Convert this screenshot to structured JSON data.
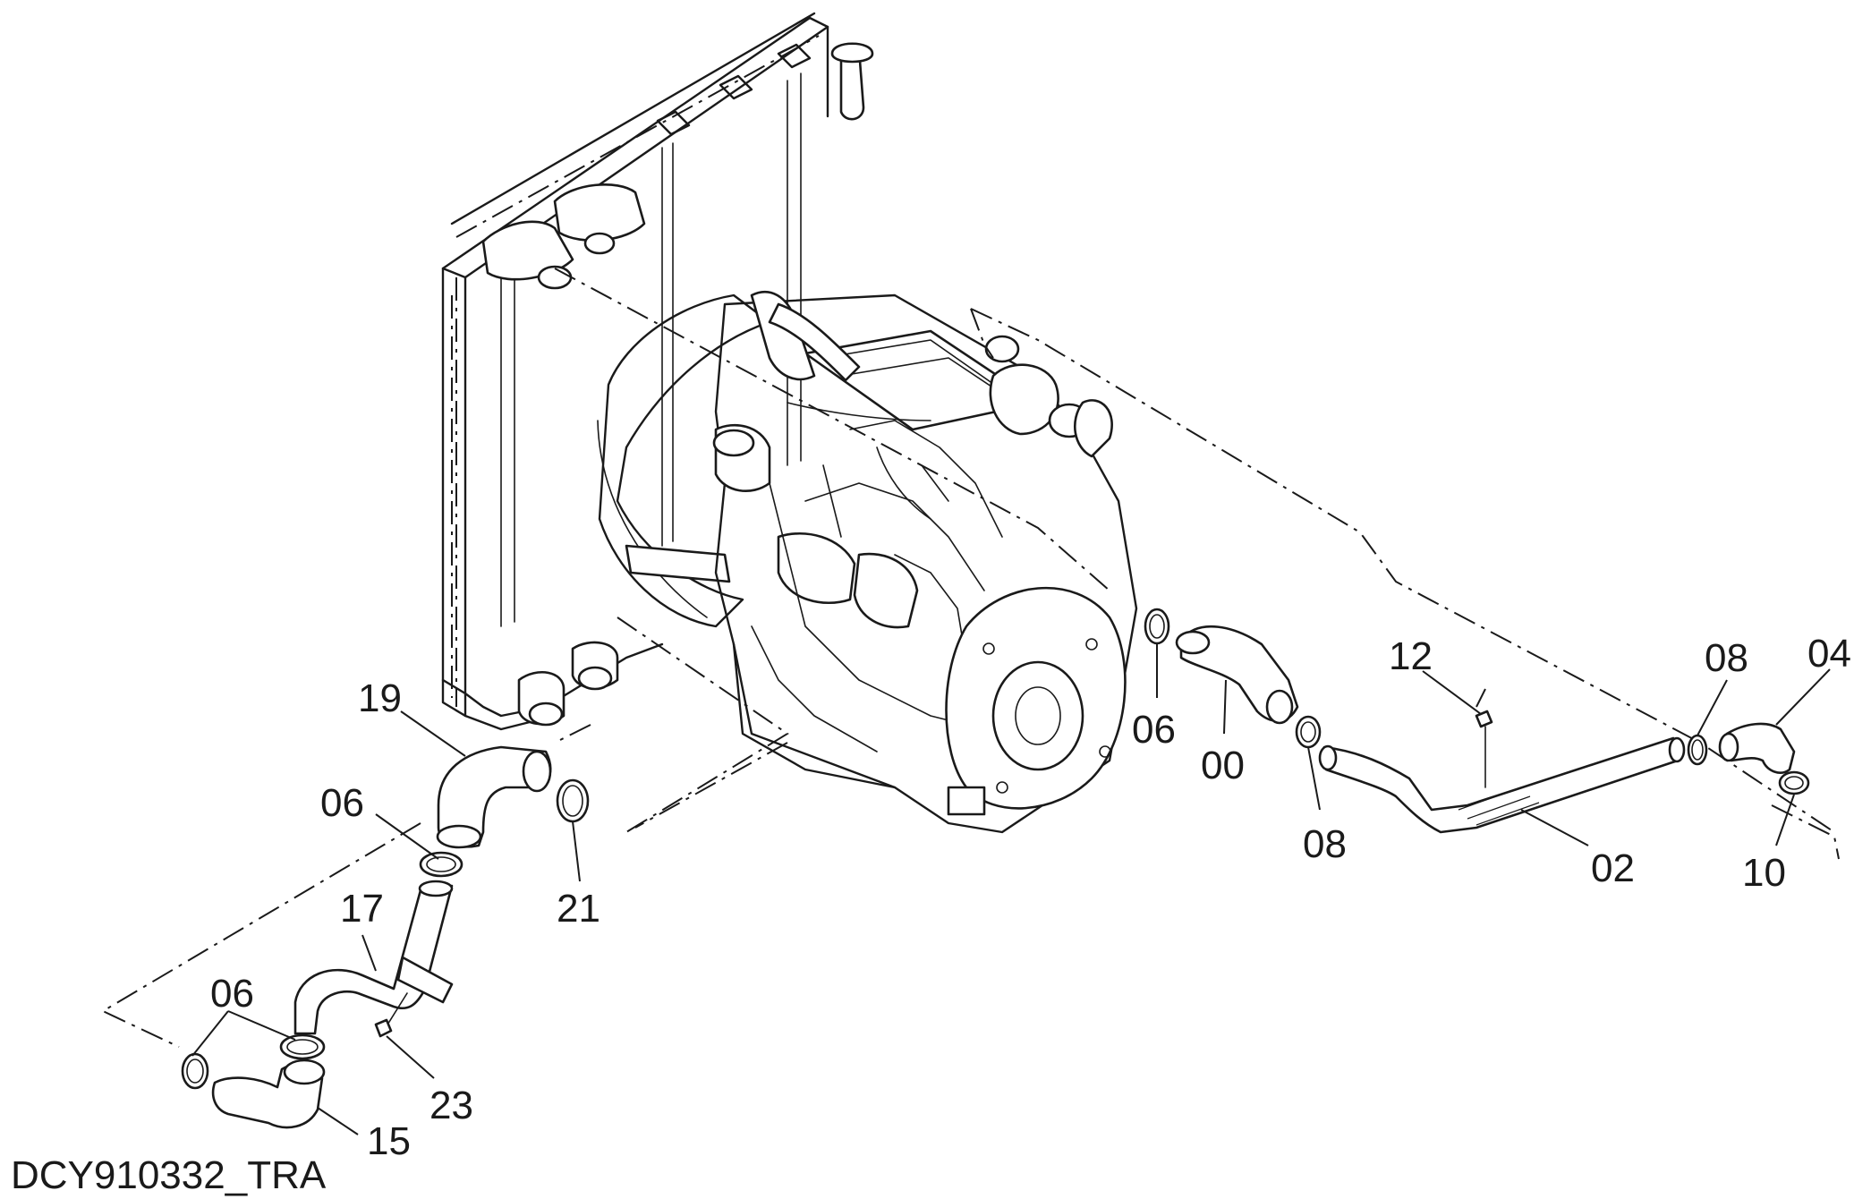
{
  "drawing": {
    "code": "DCY910332_TRA",
    "callouts": {
      "p00": "00",
      "p02": "02",
      "p04": "04",
      "p06_engine": "06",
      "p06_upper_left": "06",
      "p06_lower_left": "06",
      "p08_lower": "08",
      "p08_upper": "08",
      "p10": "10",
      "p12": "12",
      "p15": "15",
      "p17": "17",
      "p19": "19",
      "p21": "21",
      "p23": "23"
    }
  }
}
